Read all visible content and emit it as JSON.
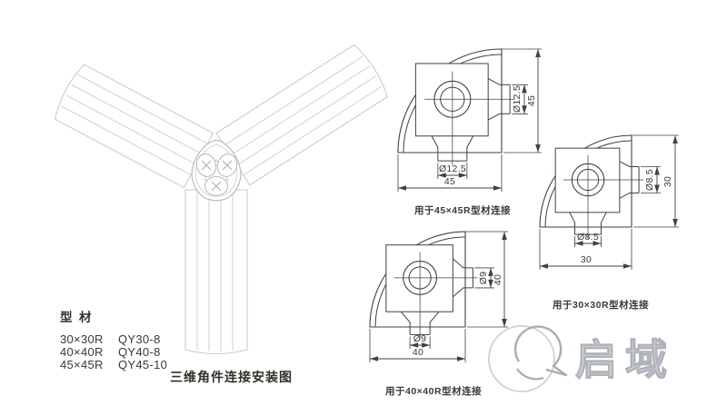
{
  "page_title": "三维角件连接安装图",
  "colors": {
    "drawing_line": "#454039",
    "light_line": "#c8ccd1",
    "text": "#3d3a36",
    "watermark": "#b0b4ba"
  },
  "iso_view": {
    "caption": "三维角件连接安装图",
    "parts": [
      "profile-tube-upper-left",
      "profile-tube-upper-right",
      "profile-tube-bottom",
      "corner-connector",
      "screw",
      "screw",
      "screw"
    ]
  },
  "profile_table": {
    "title": "型  材",
    "rows": [
      {
        "spec": "30×30R",
        "code": "QY30-8"
      },
      {
        "spec": "40×40R",
        "code": "QY40-8"
      },
      {
        "spec": "45×45R",
        "code": "QY45-10"
      }
    ]
  },
  "drawings": [
    {
      "size": "45×45R",
      "bottom_hole": "Ø12.5",
      "bottom_overall": "45",
      "side_hole": "Ø12.5",
      "side_overall": "45",
      "caption": "用于45×45R型材连接"
    },
    {
      "size": "30×30R",
      "bottom_hole": "Ø8.5",
      "bottom_overall": "30",
      "side_hole": "Ø8.5",
      "side_overall": "30",
      "caption": "用于30×30R型材连接"
    },
    {
      "size": "40×40R",
      "bottom_hole": "Ø9",
      "bottom_overall": "40",
      "side_hole": "Ø9",
      "side_overall": "40",
      "caption": "用于40×40R型材连接"
    }
  ],
  "logo": {
    "text": "启域",
    "mark": "q-swoosh-icon"
  }
}
